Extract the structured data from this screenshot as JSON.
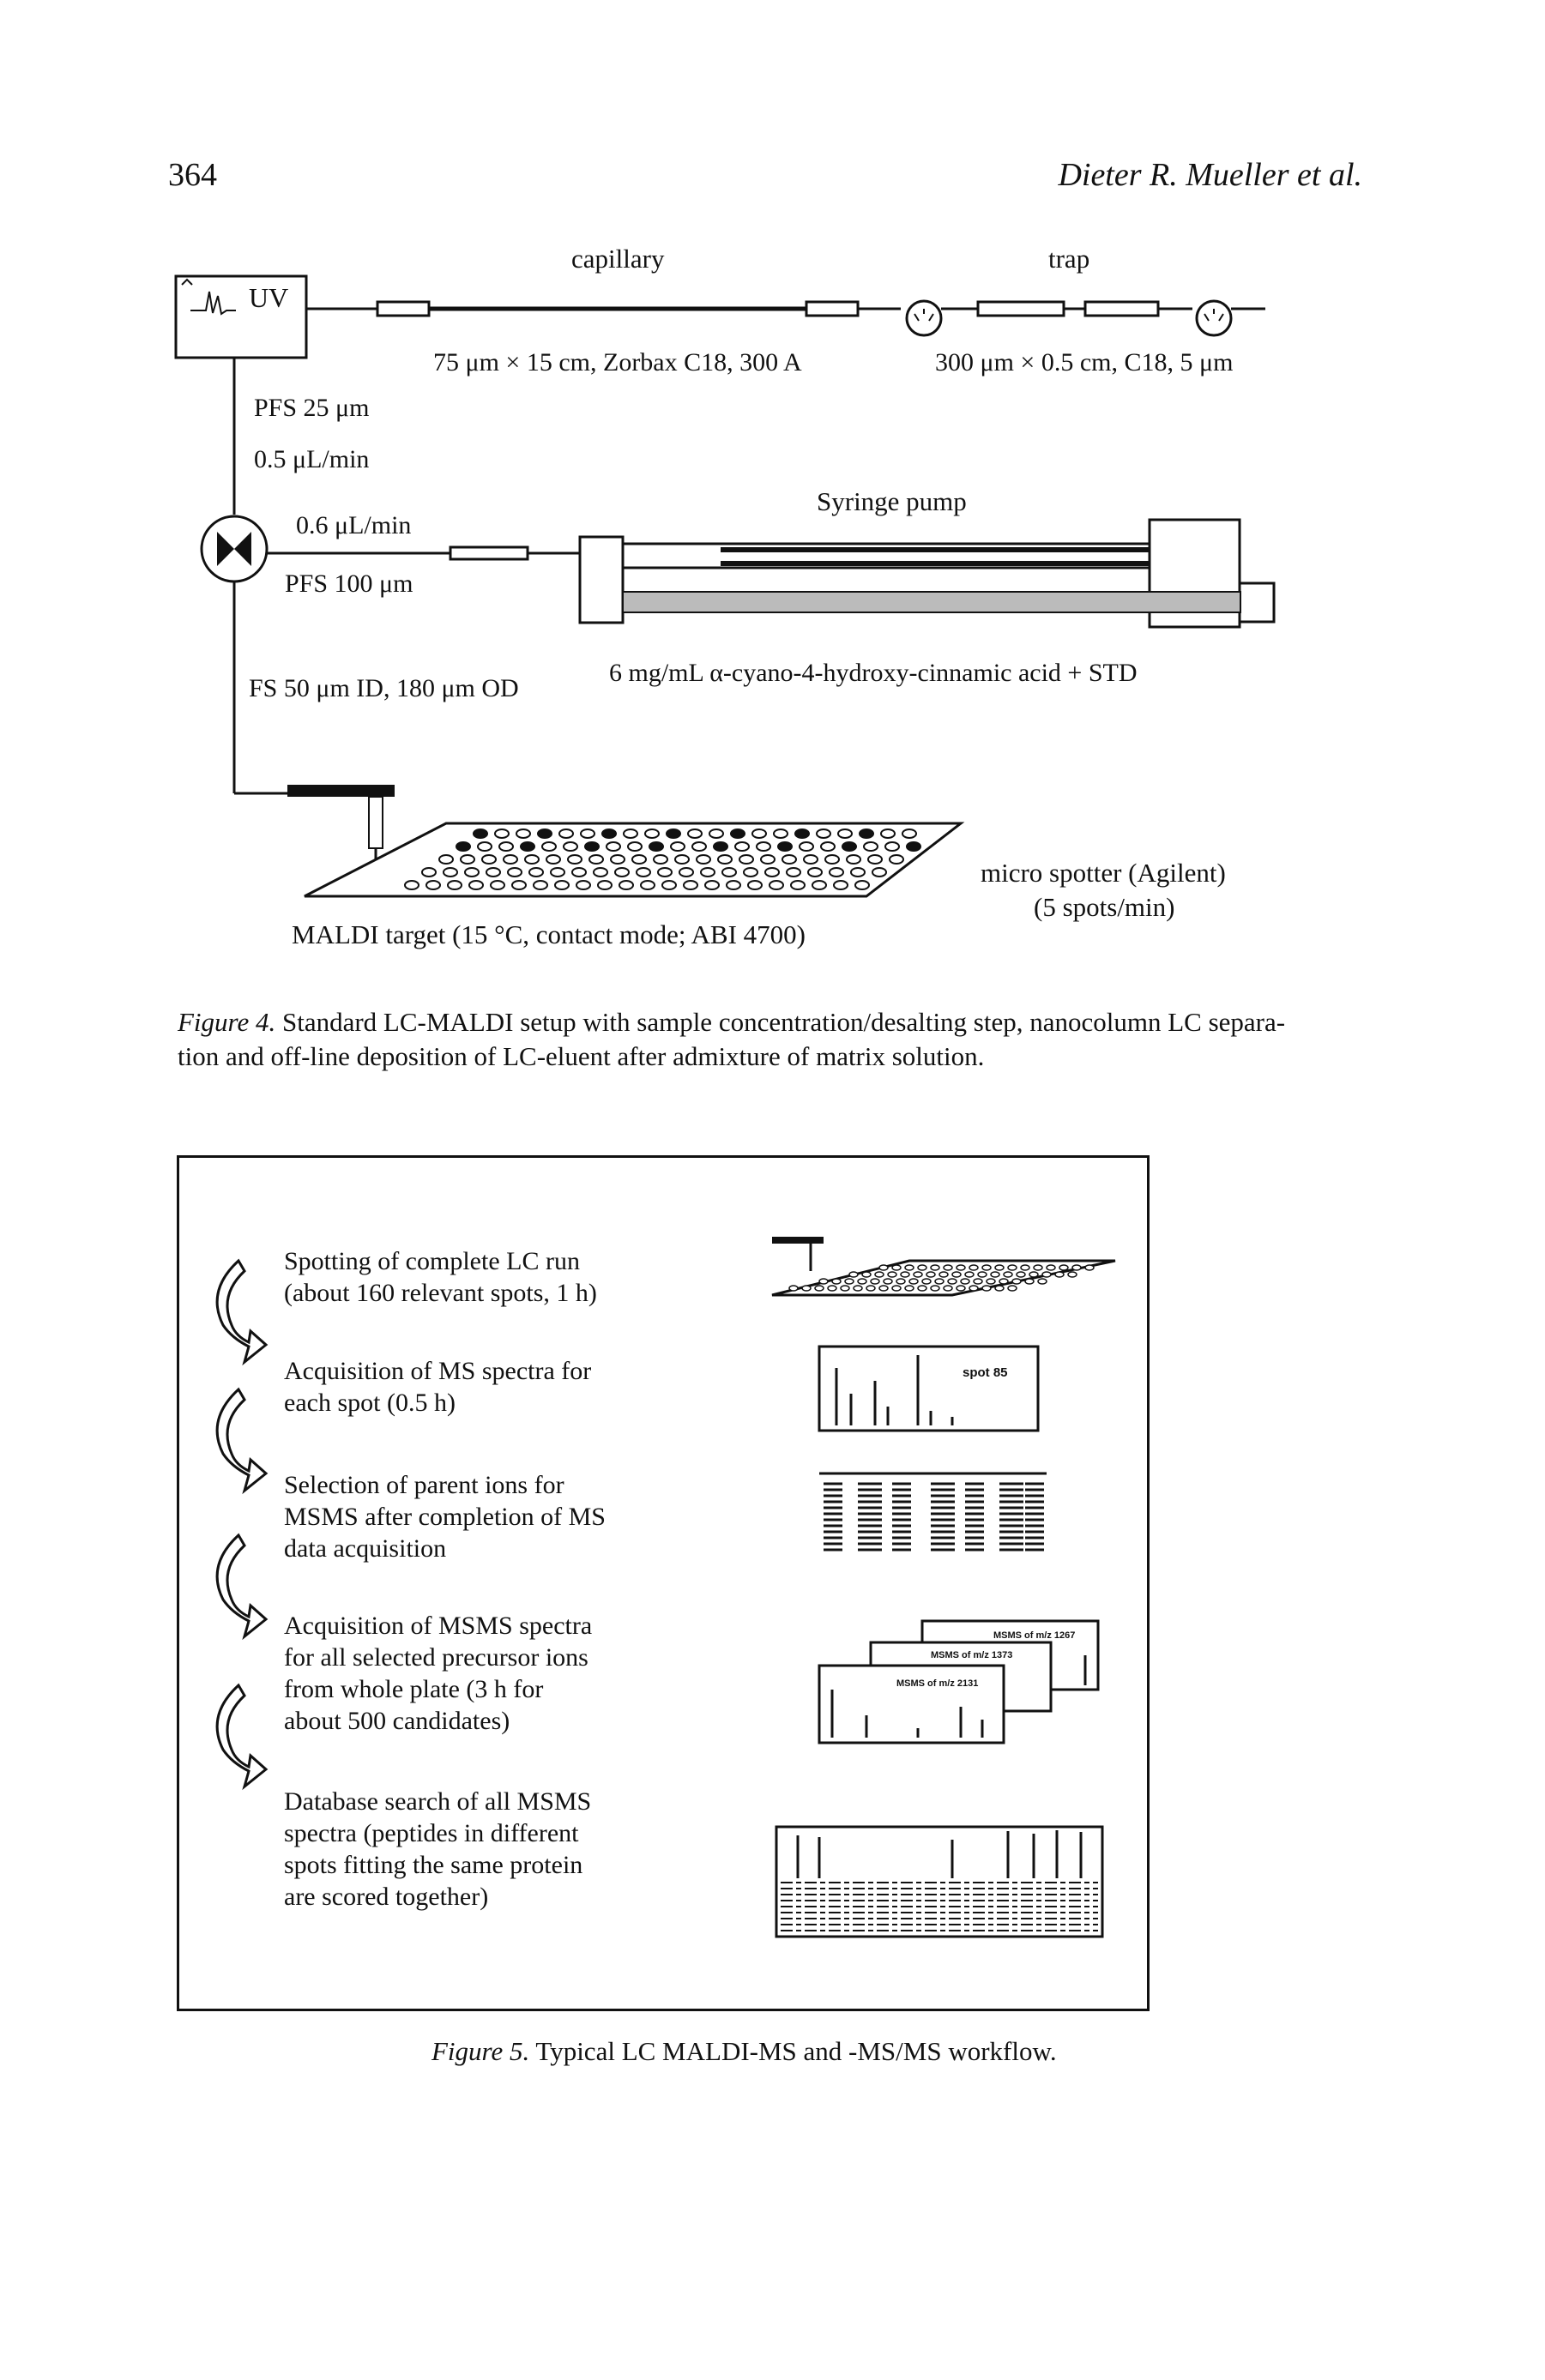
{
  "header": {
    "page_number": "364",
    "running_head": "Dieter R. Mueller et al."
  },
  "figure4": {
    "labels": {
      "uv": "UV",
      "capillary": "capillary",
      "trap": "trap",
      "column_spec": "75 μm × 15 cm, Zorbax C18, 300 A",
      "trap_spec": "300 μm × 0.5 cm, C18, 5 μm",
      "pfs25": "PFS 25 μm",
      "flow05": "0.5 μL/min",
      "syringe_pump": "Syringe pump",
      "flow06": "0.6 μL/min",
      "pfs100": "PFS 100 μm",
      "fs50": "FS 50 μm ID, 180 μm OD",
      "matrix": "6 mg/mL α-cyano-4-hydroxy-cinnamic acid + STD",
      "spotter1": "micro spotter (Agilent)",
      "spotter2": "(5 spots/min)",
      "maldi_target": "MALDI target (15 °C, contact mode; ABI 4700)"
    },
    "caption_label": "Figure 4.",
    "caption_line1": " Standard LC-MALDI setup with sample concentration/desalting step, nanocolumn LC separa-",
    "caption_line2": "tion and off-line deposition of LC-eluent after admixture of matrix solution."
  },
  "figure5": {
    "steps": [
      {
        "lines": [
          "Spotting of complete LC run",
          "(about 160 relevant spots, 1 h)"
        ]
      },
      {
        "lines": [
          "Acquisition of MS spectra for",
          "each spot (0.5 h)"
        ]
      },
      {
        "lines": [
          "Selection of parent ions for",
          "MSMS after completion of MS",
          "data acquisition"
        ]
      },
      {
        "lines": [
          "Acquisition of MSMS spectra",
          "for all selected precursor ions",
          "from whole plate (3 h for",
          "about 500 candidates)"
        ]
      },
      {
        "lines": [
          "Database search of all MSMS",
          "spectra (peptides in different",
          "spots fitting the same protein",
          "are scored together)"
        ]
      }
    ],
    "thumb_labels": {
      "spot": "spot 85",
      "msms1": "MSMS of m/z 1267",
      "msms2": "MSMS of m/z 1373",
      "msms3": "MSMS of m/z 2131"
    },
    "caption_label": "Figure 5.",
    "caption_text": " Typical LC MALDI-MS and -MS/MS workflow."
  }
}
